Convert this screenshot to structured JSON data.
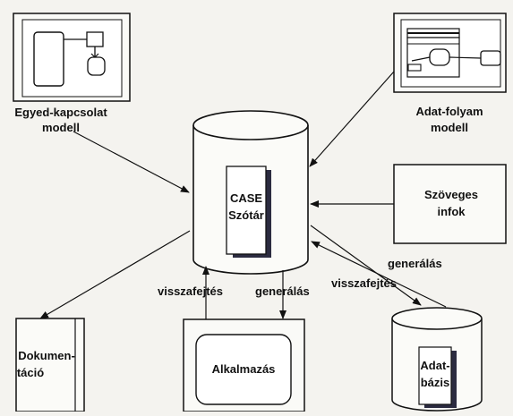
{
  "nodes": {
    "er_model": {
      "line1": "Egyed-kapcsolat",
      "line2": "modell"
    },
    "dataflow_model": {
      "line1": "Adat-folyam",
      "line2": "modell"
    },
    "case_dictionary": {
      "line1": "CASE",
      "line2": "Szótár"
    },
    "text_info": {
      "line1": "Szöveges",
      "line2": "infok"
    },
    "documentation": {
      "line1": "Dokumen-",
      "line2": "táció"
    },
    "application": {
      "label": "Alkalmazás"
    },
    "database": {
      "line1": "Adat-",
      "line2": "bázis"
    }
  },
  "edges": {
    "app_reverse": "visszafejtés",
    "app_generate": "generálás",
    "db_generate": "generálás",
    "db_reverse": "visszafejtés"
  }
}
